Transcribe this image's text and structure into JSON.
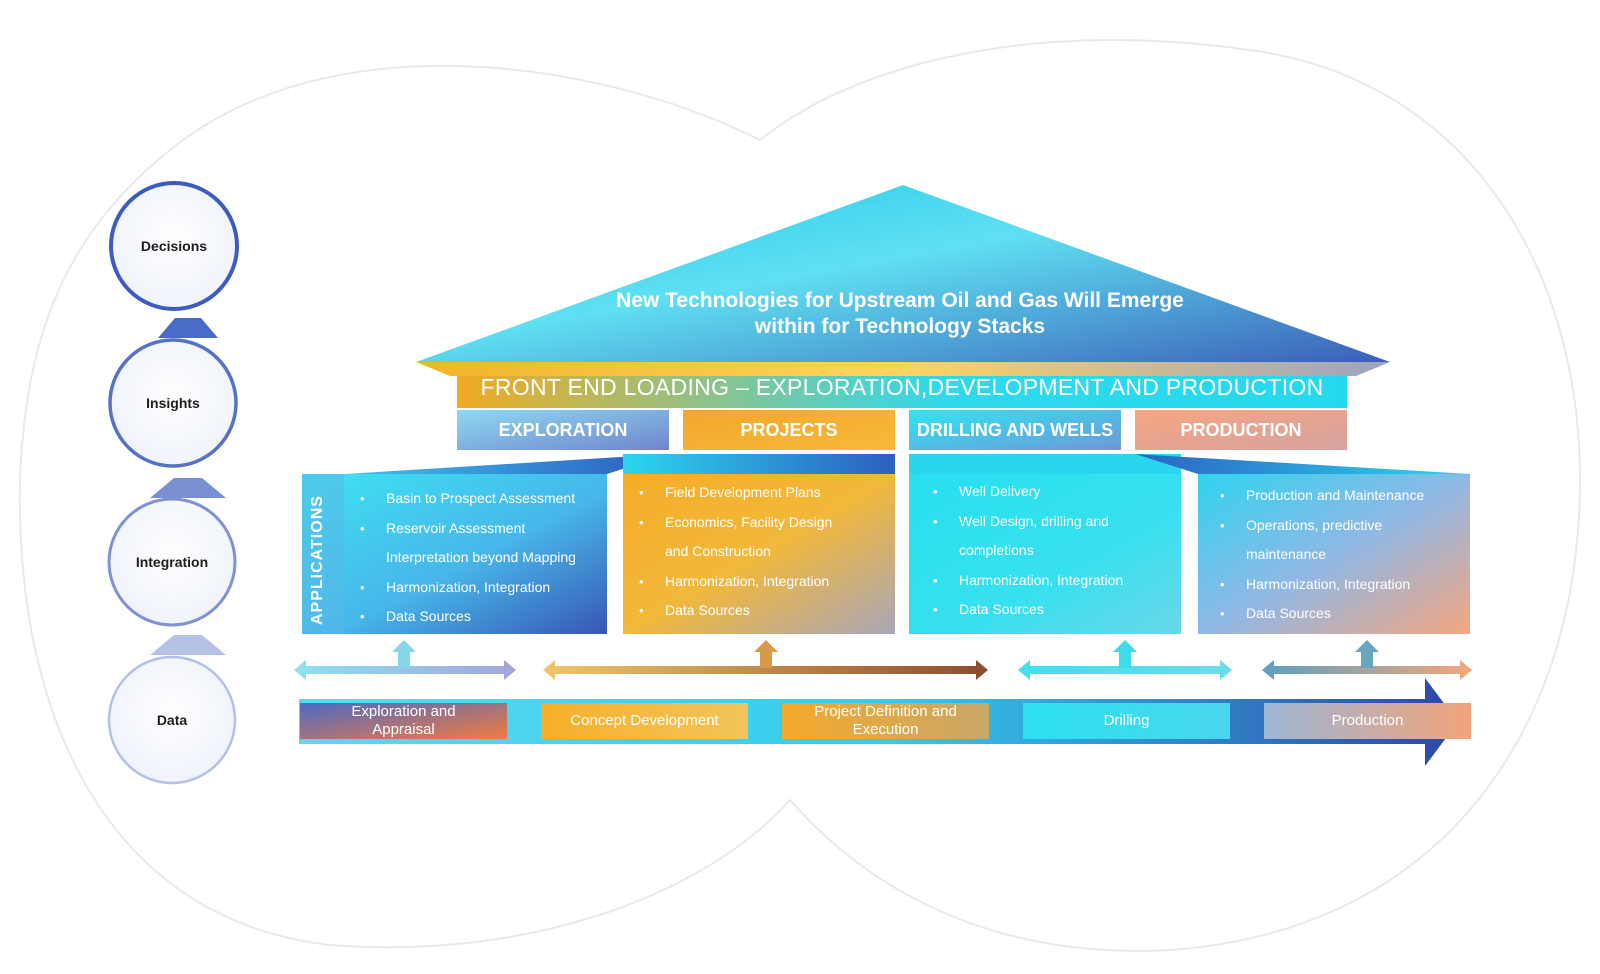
{
  "levels": [
    "Decisions",
    "Insights",
    "Integration",
    "Data"
  ],
  "roof_title_line1": "New Technologies for Upstream Oil and Gas Will Emerge",
  "roof_title_line2": "within for Technology Stacks",
  "front_end_loading": "FRONT END LOADING – EXPLORATION,DEVELOPMENT AND PRODUCTION",
  "applications_label": "APPLICATIONS",
  "categories": [
    {
      "label": "EXPLORATION",
      "color": "#7fb6e6"
    },
    {
      "label": "PROJECTS",
      "color": "#f3ac2a"
    },
    {
      "label": "DRILLING AND WELLS",
      "color": "#2ee0ec"
    },
    {
      "label": "PRODUCTION",
      "color": "#f2a677"
    }
  ],
  "columns": [
    {
      "items": [
        {
          "text": "Basin to Prospect Assessment",
          "bullet": true
        },
        {
          "text": "Reservoir Assessment",
          "bullet": true
        },
        {
          "text": "Interpretation beyond Mapping",
          "bullet": false
        },
        {
          "text": "Harmonization, Integration",
          "bullet": true
        },
        {
          "text": "Data Sources",
          "bullet": true
        }
      ]
    },
    {
      "items": [
        {
          "text": "Field Development Plans",
          "bullet": true
        },
        {
          "text": "Economics, Facility Design",
          "bullet": true
        },
        {
          "text": "and Construction",
          "bullet": false
        },
        {
          "text": "Harmonization, Integration",
          "bullet": true
        },
        {
          "text": "Data Sources",
          "bullet": true
        }
      ]
    },
    {
      "items": [
        {
          "text": "Well Delivery",
          "bullet": true
        },
        {
          "text": "Well Design, drilling and",
          "bullet": true
        },
        {
          "text": "completions",
          "bullet": false
        },
        {
          "text": "Harmonization, Integration",
          "bullet": true
        },
        {
          "text": "Data Sources",
          "bullet": true
        }
      ]
    },
    {
      "items": [
        {
          "text": "Production and Maintenance",
          "bullet": true
        },
        {
          "text": "Operations, predictive",
          "bullet": true
        },
        {
          "text": "maintenance",
          "bullet": false
        },
        {
          "text": "Harmonization, Integration",
          "bullet": true
        },
        {
          "text": "Data Sources",
          "bullet": true
        }
      ]
    }
  ],
  "stages": [
    {
      "line1": "Exploration and",
      "line2": "Appraisal"
    },
    {
      "line1": "Concept Development",
      "line2": ""
    },
    {
      "line1": "Project Definition and",
      "line2": "Execution"
    },
    {
      "line1": "Drilling",
      "line2": ""
    },
    {
      "line1": "Production",
      "line2": ""
    }
  ]
}
